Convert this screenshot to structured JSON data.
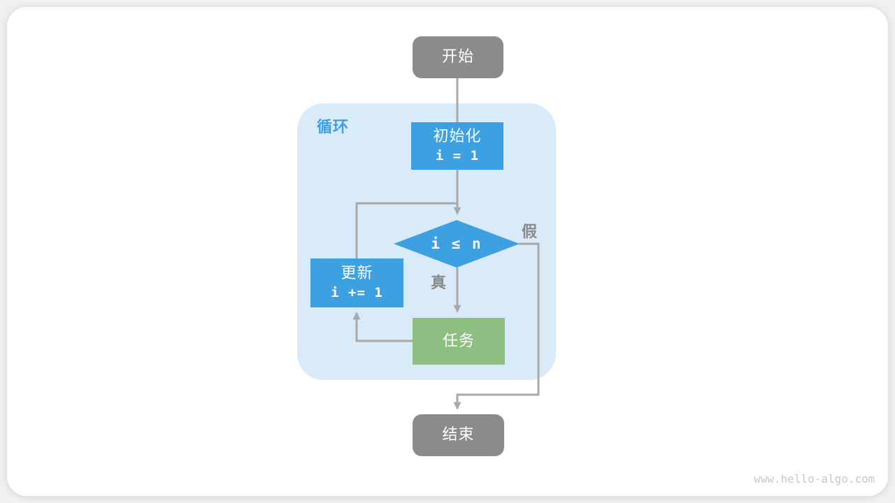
{
  "page": {
    "watermark": "www.hello-algo.com"
  },
  "colors": {
    "node_blue": "#3CA0E1",
    "node_green": "#8FBE82",
    "node_gray": "#8B8B8B",
    "loop_bg": "#D9EAF8",
    "loop_label_blue": "#3AA0E8",
    "line_gray": "#A9A9A9",
    "edge_label_gray": "#8A8A8A",
    "watermark_gray": "#C9C9C9",
    "page_bg": "#F0F0F0",
    "card_bg": "#FFFFFF"
  },
  "diagram": {
    "group_label": "循环",
    "nodes": {
      "start": {
        "label": "开始"
      },
      "init": {
        "label": "初始化",
        "code": "i = 1"
      },
      "cond": {
        "label": "i ≤ n"
      },
      "update": {
        "label": "更新",
        "code": "i += 1"
      },
      "task": {
        "label": "任务"
      },
      "end": {
        "label": "结束"
      }
    },
    "edge_labels": {
      "true_label": "真",
      "false_label": "假"
    }
  }
}
